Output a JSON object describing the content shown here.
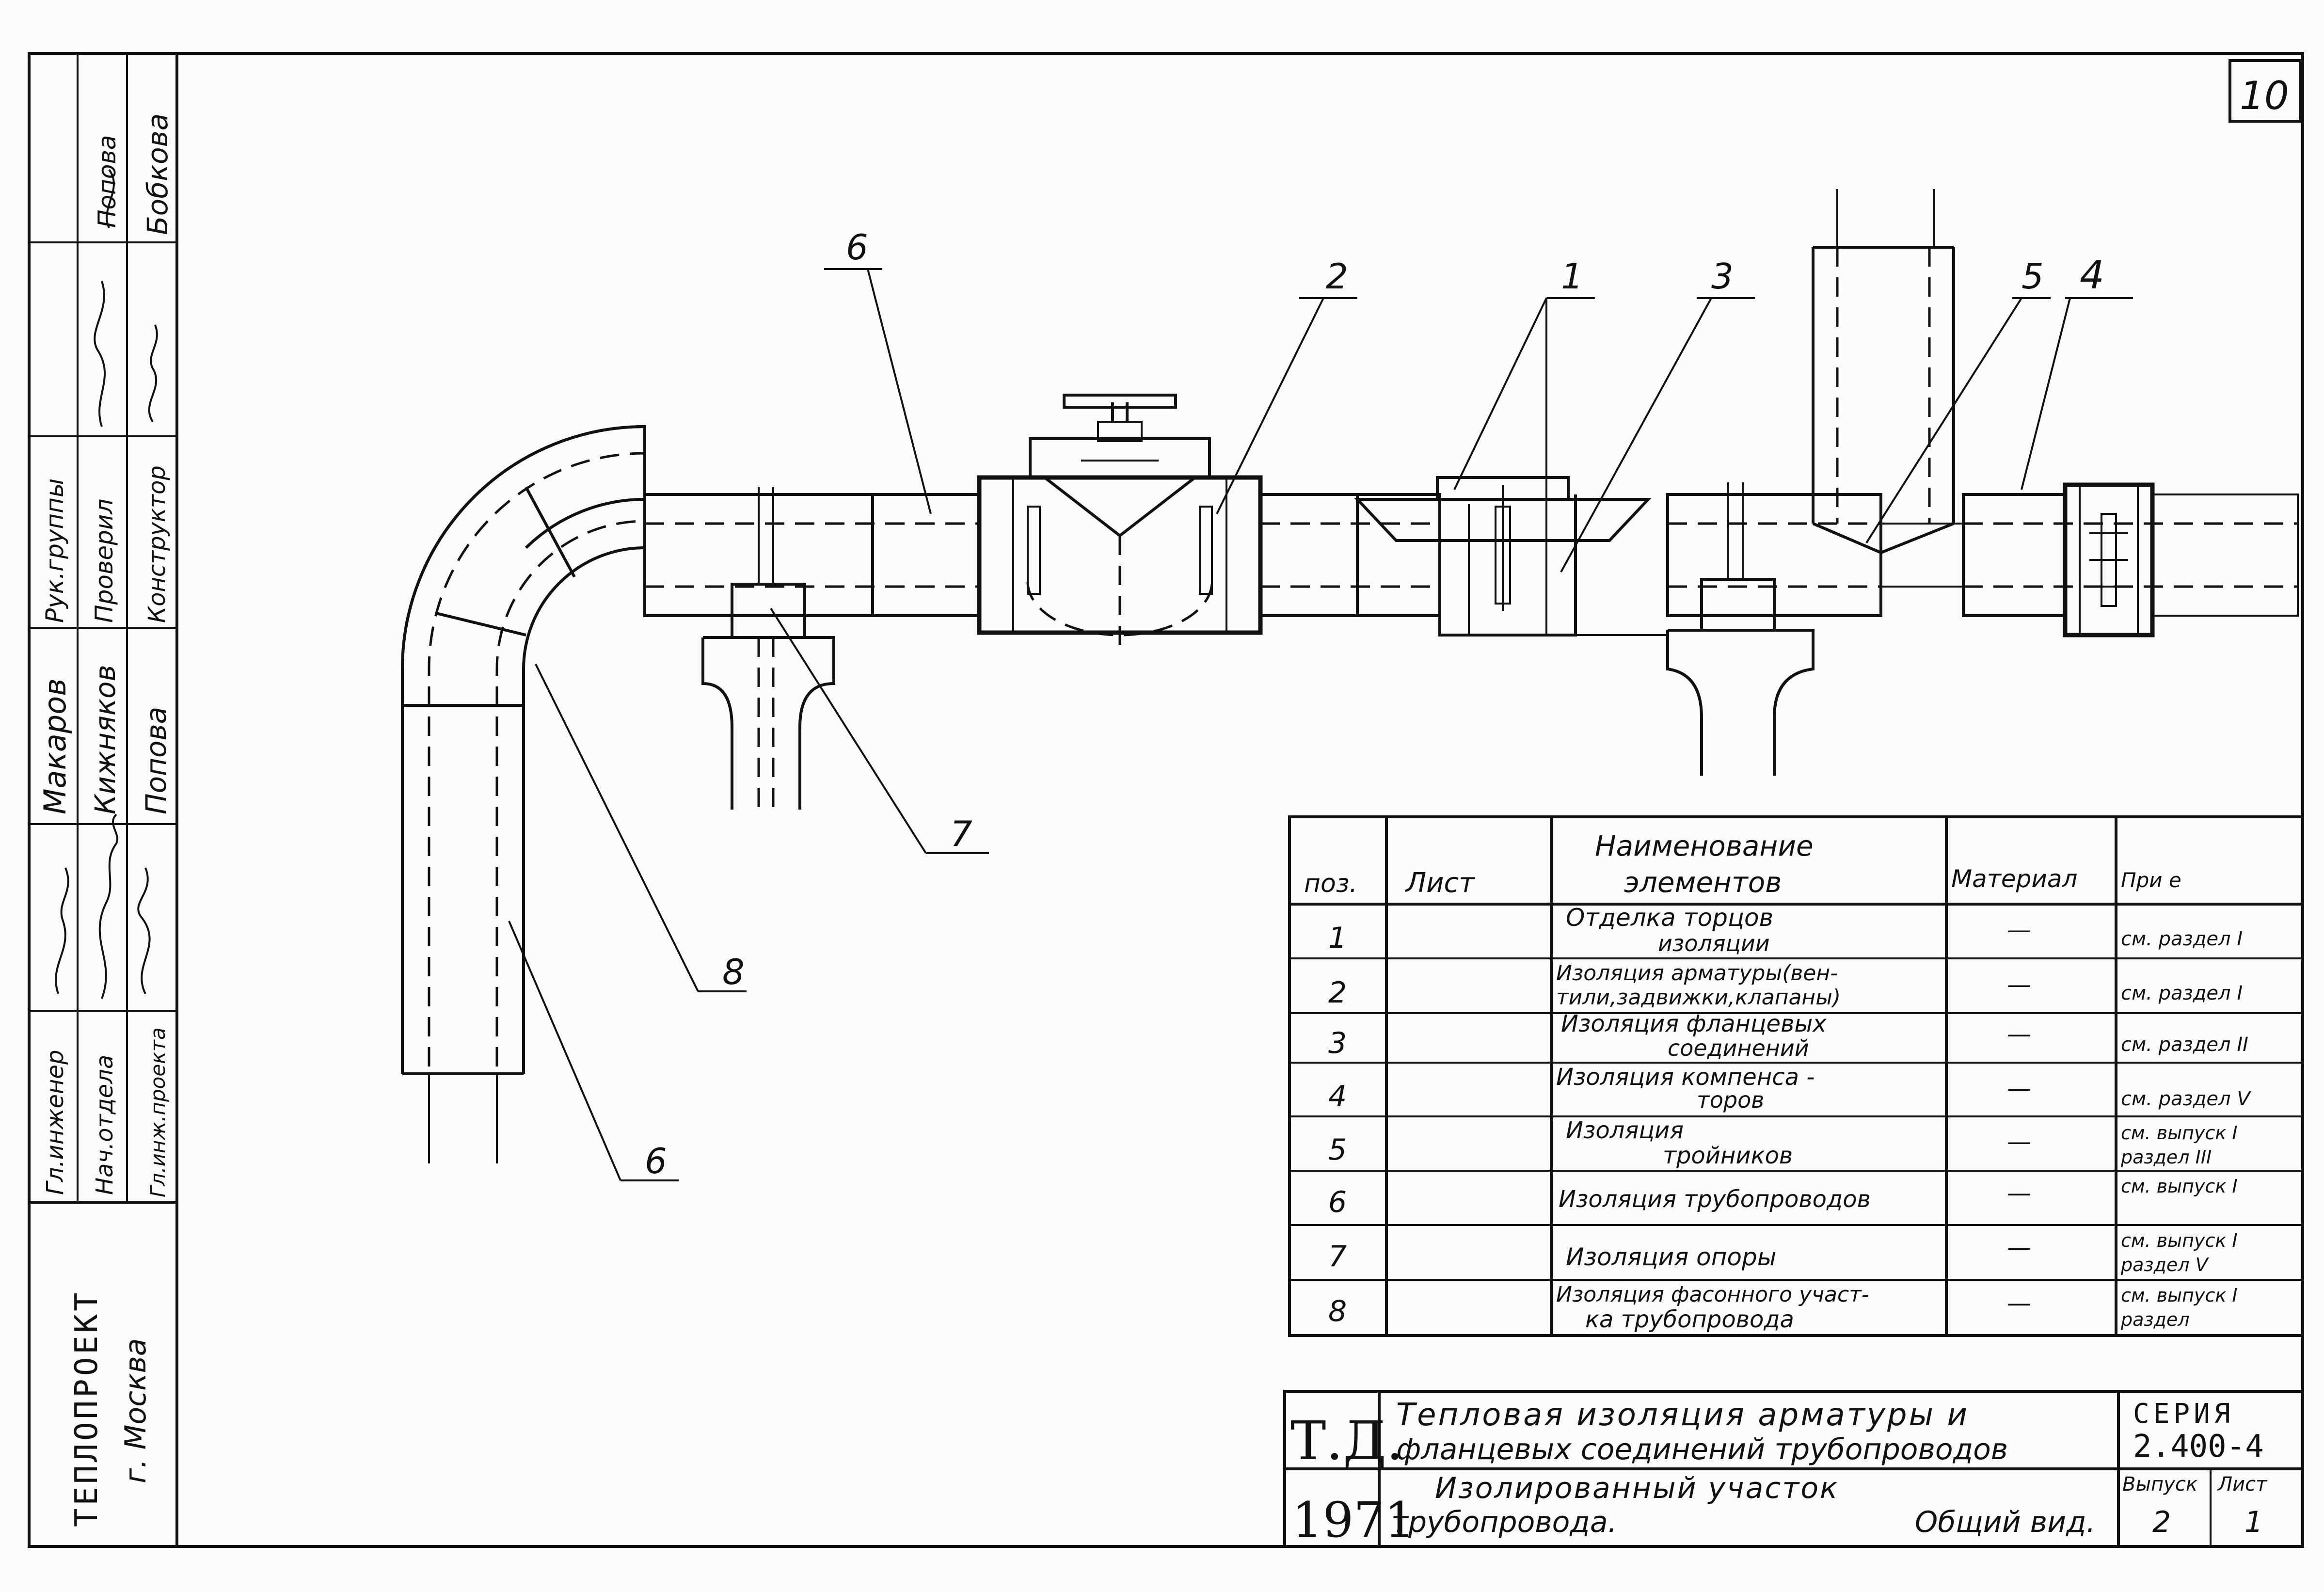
{
  "sheet_number": "10",
  "institution": {
    "name": "ТЕПЛОПРОЕКТ",
    "city": "г. Москва"
  },
  "stamp": {
    "roles": [
      "Гл.инженер",
      "Нач.отдела",
      "Гл.инж.проекта",
      "Рук.группы",
      "Проверил",
      "Конструктор"
    ],
    "names": [
      "Макаров",
      "Кижняков",
      "Попова",
      "Попова",
      "Бобкова"
    ]
  },
  "callouts": [
    "6",
    "2",
    "1",
    "3",
    "5",
    "4",
    "7",
    "8",
    "6"
  ],
  "spec_table": {
    "headers": {
      "pos": "поз.",
      "sheet": "Лист",
      "name_line1": "Наименование",
      "name_line2": "элементов",
      "material": "Материал",
      "note": "При      е"
    },
    "rows": [
      {
        "pos": "1",
        "name1": "Отделка торцов",
        "name2": "изоляции",
        "material": "—",
        "note1": "см. раздел I",
        "note2": ""
      },
      {
        "pos": "2",
        "name1": "Изоляция арматуры(вен-",
        "name2": "тили,задвижки,клапаны)",
        "material": "—",
        "note1": "см. раздел I",
        "note2": ""
      },
      {
        "pos": "3",
        "name1": "Изоляция фланцевых",
        "name2": "соединений",
        "material": "—",
        "note1": "см. раздел II",
        "note2": ""
      },
      {
        "pos": "4",
        "name1": "Изоляция компенса -",
        "name2": "торов",
        "material": "—",
        "note1": "см. раздел V",
        "note2": ""
      },
      {
        "pos": "5",
        "name1": "Изоляция",
        "name2": "тройников",
        "material": "—",
        "note1": "см. выпуск I",
        "note2": "раздел III"
      },
      {
        "pos": "6",
        "name1": "Изоляция трубопроводов",
        "name2": "",
        "material": "—",
        "note1": "см. выпуск I",
        "note2": ""
      },
      {
        "pos": "7",
        "name1": "Изоляция опоры",
        "name2": "",
        "material": "—",
        "note1": "см. выпуск I",
        "note2": "раздел V"
      },
      {
        "pos": "8",
        "name1": "Изоляция фасонного участ-",
        "name2": "ка трубопровода",
        "material": "—",
        "note1": "см. выпуск I",
        "note2": "раздел"
      }
    ]
  },
  "title_block": {
    "code": "Т.Д.",
    "year": "1971",
    "title_line1": "Тепловая изоляция арматуры и",
    "title_line2": "фланцевых соединений трубопроводов",
    "subtitle_line1": "Изолированный участок",
    "subtitle_line2": "трубопровода.",
    "subtitle_line3": "Общий вид.",
    "series_label": "СЕРИЯ",
    "series_value": "2.400-4",
    "issue_label": "Выпуск",
    "issue_value": "2",
    "sheet_label": "Лист",
    "sheet_value": "1"
  }
}
